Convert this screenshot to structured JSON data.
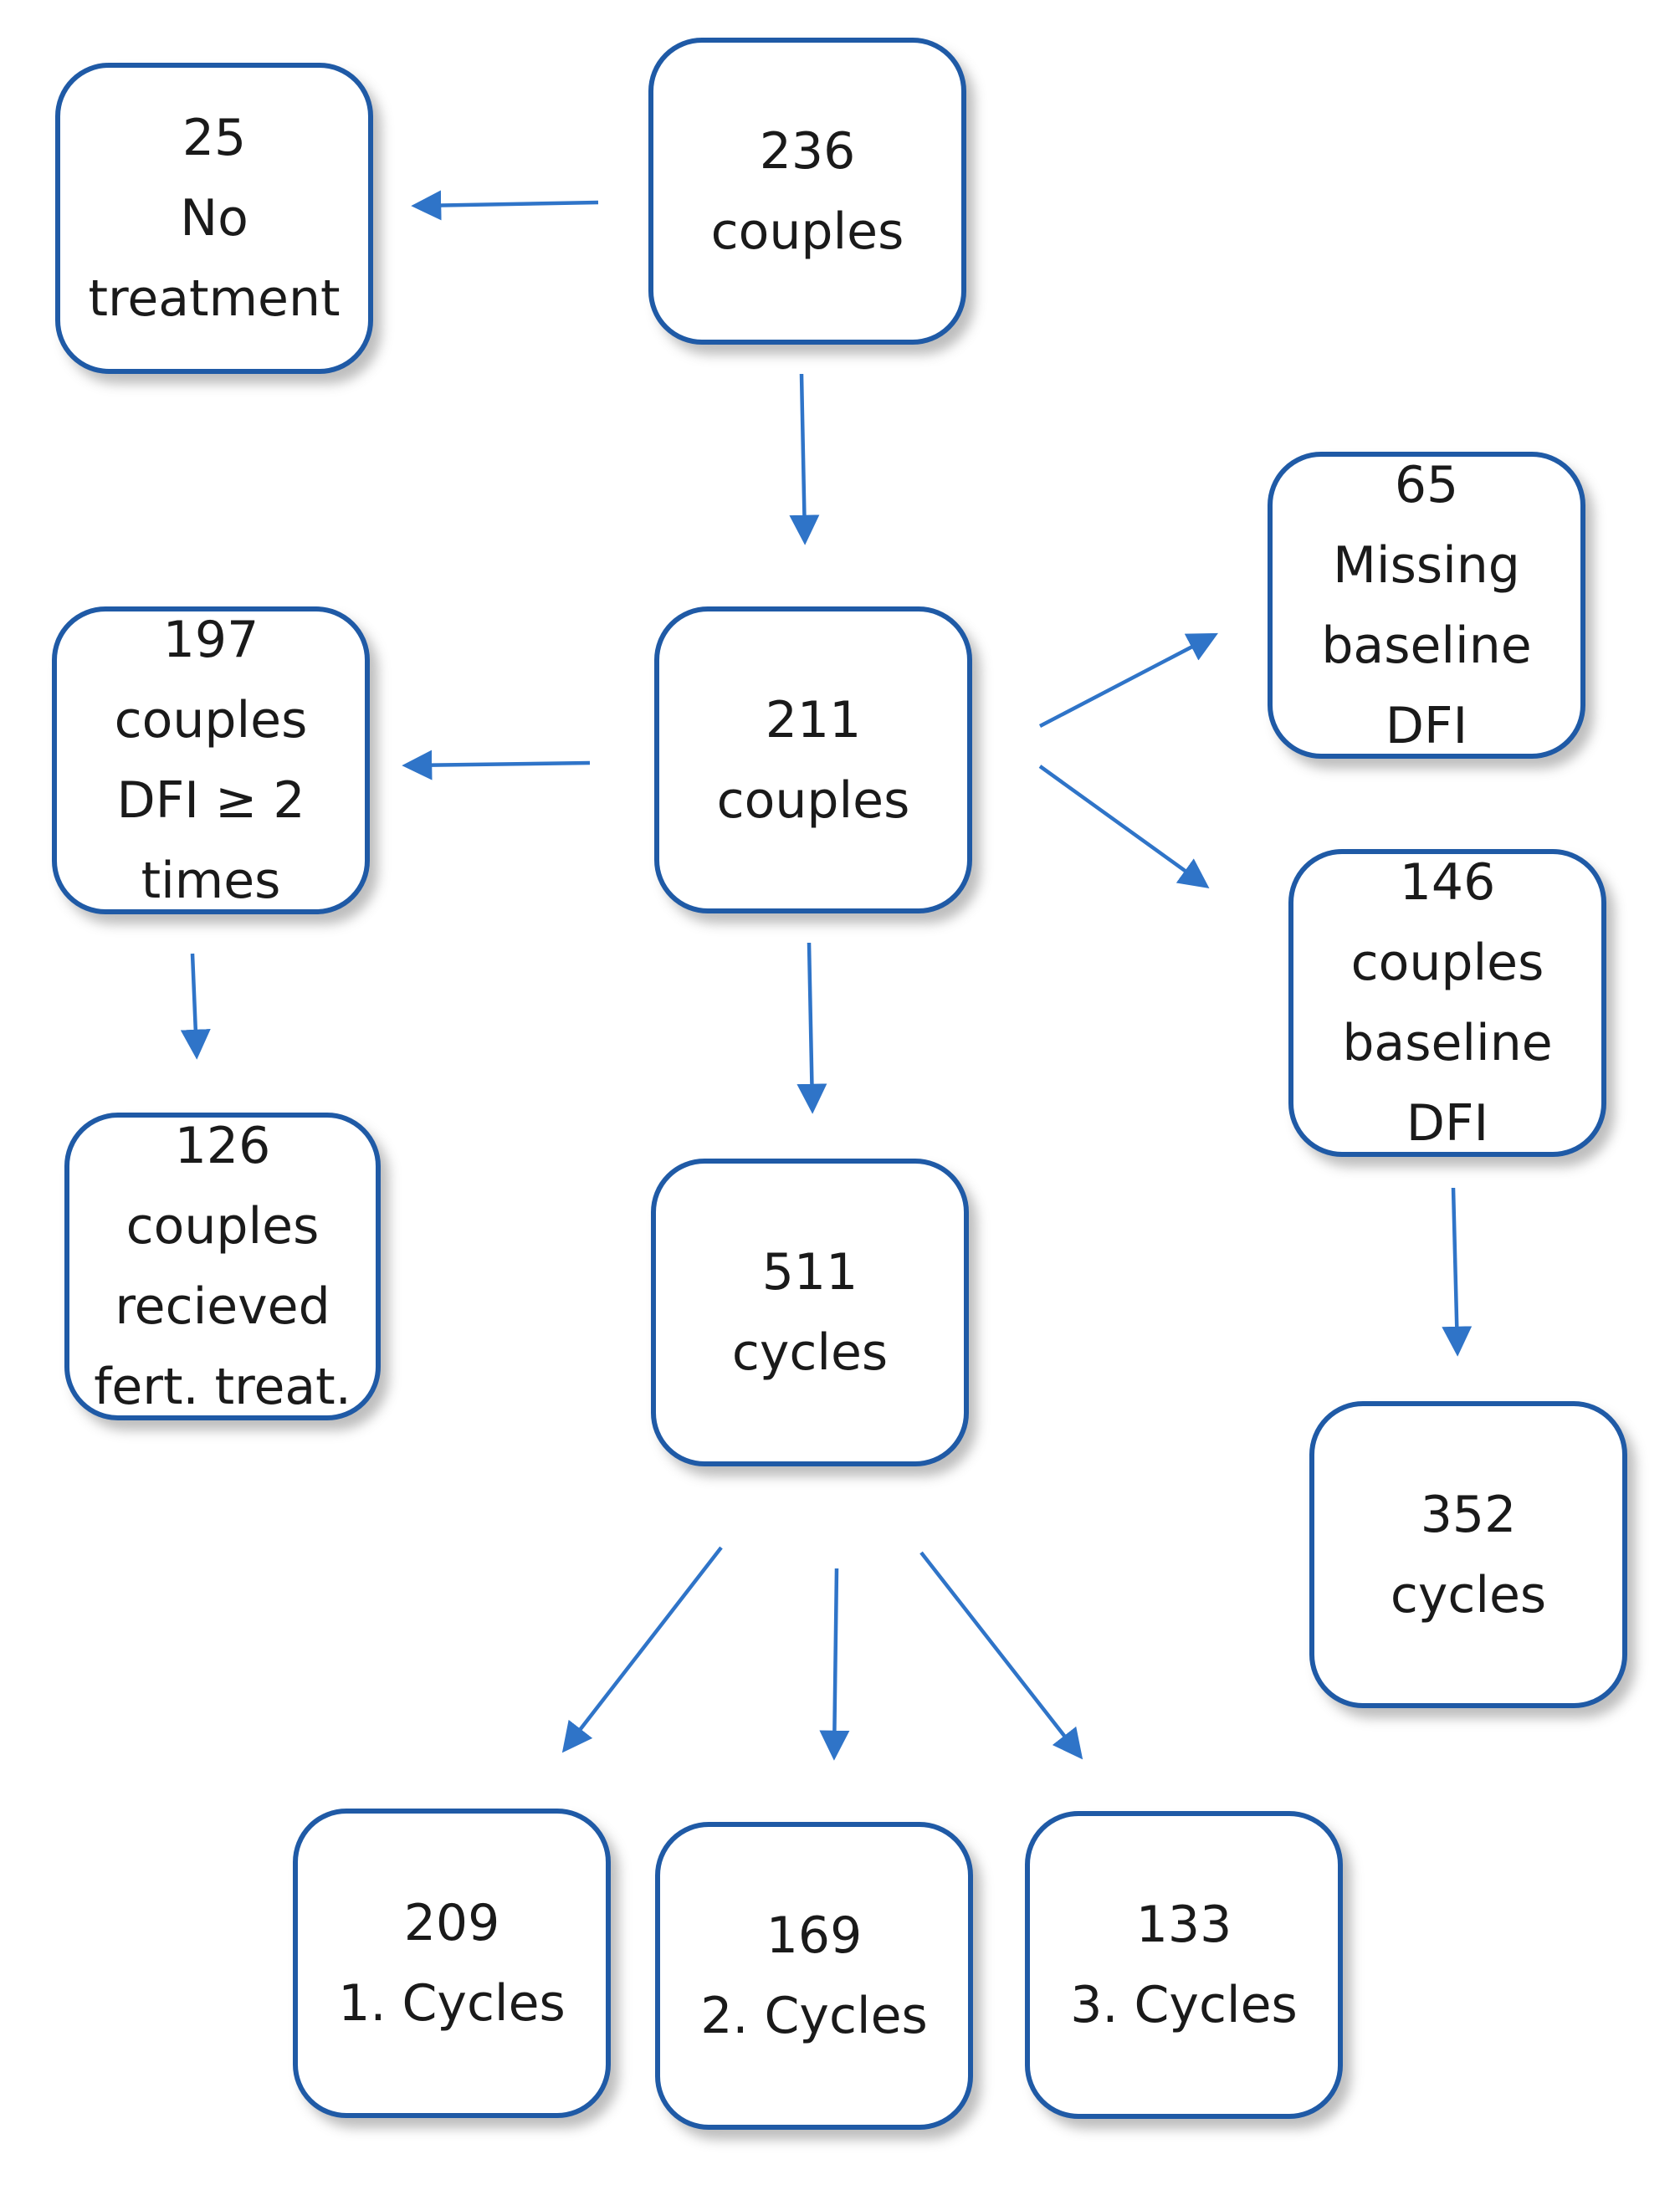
{
  "theme": {
    "box_border": "#1f5aa6",
    "arrow_color": "#2f74c8",
    "text_color": "#1a1a1a",
    "background": "#ffffff"
  },
  "nodes": {
    "no_treatment": {
      "count": "25",
      "line1": "No",
      "line2": "treatment"
    },
    "couples_236": {
      "count": "236",
      "line1": "couples"
    },
    "couples_211": {
      "count": "211",
      "line1": "couples"
    },
    "couples_197": {
      "count": "197",
      "line1": "couples",
      "line2": "DFI ≥ 2",
      "line3": "times"
    },
    "couples_126": {
      "count": "126",
      "line1": "couples",
      "line2": "recieved",
      "line3": "fert. treat."
    },
    "missing_65": {
      "count": "65",
      "line1": "Missing",
      "line2": "baseline",
      "line3": "DFI"
    },
    "baseline_146": {
      "count": "146",
      "line1": "couples",
      "line2": "baseline",
      "line3": "DFI"
    },
    "cycles_511": {
      "count": "511",
      "line1": "cycles"
    },
    "cycles_352": {
      "count": "352",
      "line1": "cycles"
    },
    "cycles_209": {
      "count": "209",
      "line1": "1. Cycles"
    },
    "cycles_169": {
      "count": "169",
      "line1": "2. Cycles"
    },
    "cycles_133": {
      "count": "133",
      "line1": "3. Cycles"
    }
  }
}
